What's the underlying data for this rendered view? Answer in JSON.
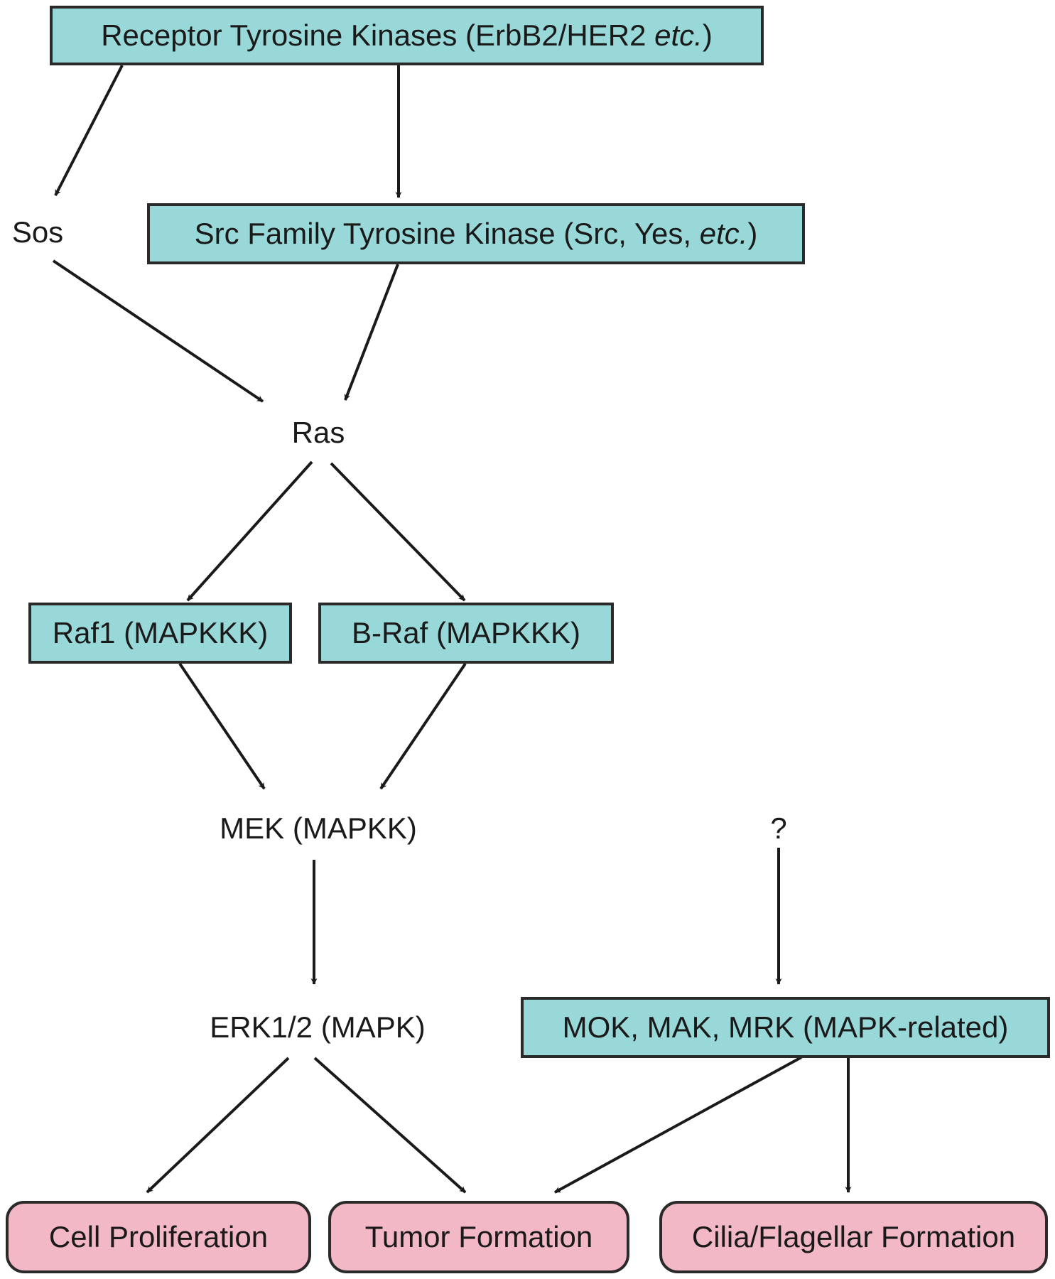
{
  "nodes": {
    "rtk": {
      "prefix": "Receptor Tyrosine Kinases (ErbB2/HER2 ",
      "italic": "etc.",
      "suffix": ")"
    },
    "sos": "Sos",
    "src": {
      "prefix": "Src Family Tyrosine Kinase (Src, Yes, ",
      "italic": "etc.",
      "suffix": ")"
    },
    "ras": "Ras",
    "raf1": "Raf1 (MAPKKK)",
    "braf": "B-Raf (MAPKKK)",
    "mek": "MEK (MAPKK)",
    "unknown": "?",
    "erk": "ERK1/2 (MAPK)",
    "mok": "MOK, MAK, MRK (MAPK-related)",
    "cell_proliferation": "Cell Proliferation",
    "tumor_formation": "Tumor Formation",
    "cilia_formation": "Cilia/Flagellar Formation"
  },
  "colors": {
    "kinase_box": "#99d8d8",
    "outcome_box": "#f3b8c5",
    "line": "#1a1a1a"
  },
  "edges": [
    [
      "rtk",
      "sos"
    ],
    [
      "rtk",
      "src"
    ],
    [
      "sos",
      "ras"
    ],
    [
      "src",
      "ras"
    ],
    [
      "ras",
      "raf1"
    ],
    [
      "ras",
      "braf"
    ],
    [
      "raf1",
      "mek"
    ],
    [
      "braf",
      "mek"
    ],
    [
      "mek",
      "erk"
    ],
    [
      "unknown",
      "mok"
    ],
    [
      "erk",
      "cell_proliferation"
    ],
    [
      "erk",
      "tumor_formation"
    ],
    [
      "mok",
      "tumor_formation"
    ],
    [
      "mok",
      "cilia_formation"
    ]
  ]
}
